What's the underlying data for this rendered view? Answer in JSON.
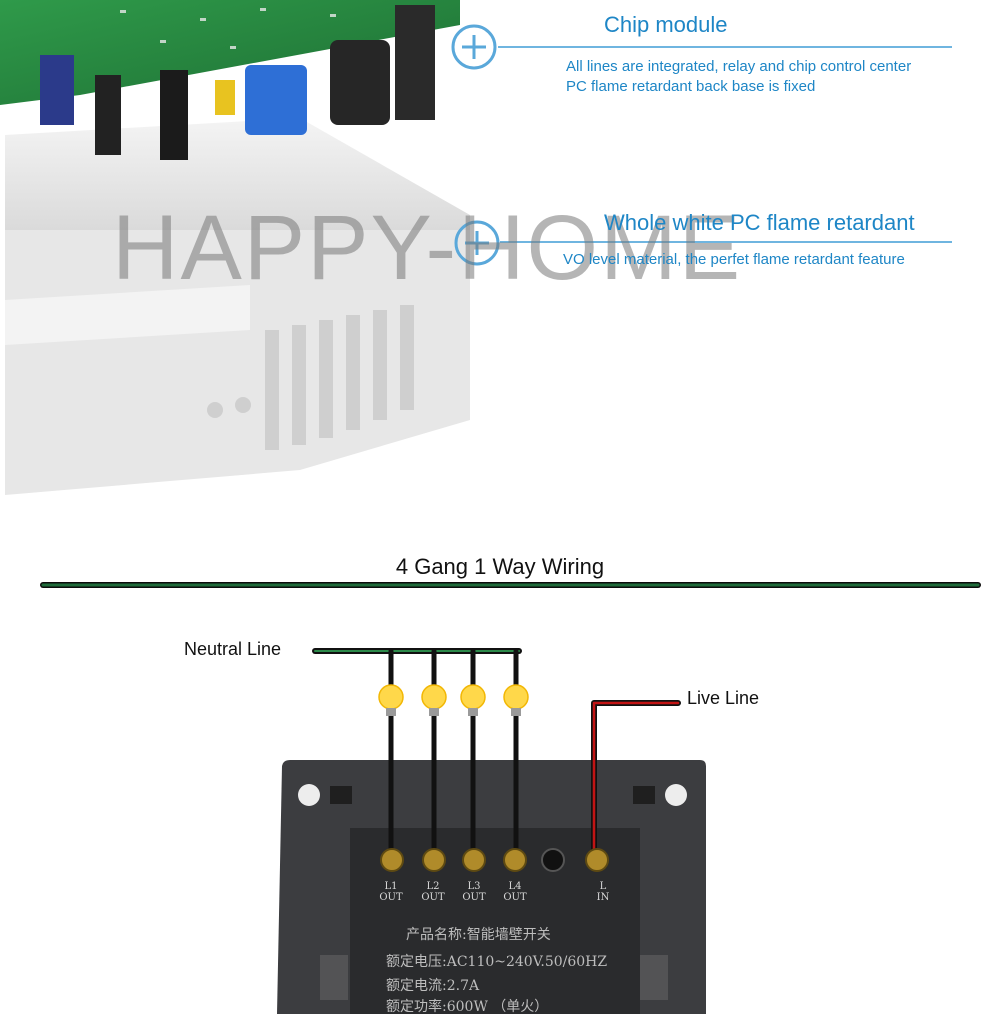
{
  "photo": {
    "watermark": "HAPPY-HOME",
    "callouts": [
      {
        "title": "Chip  module",
        "lines": [
          "All lines are integrated, relay and chip control center",
          "PC flame retardant back base is fixed"
        ]
      },
      {
        "title": "Whole white PC flame retardant",
        "lines": [
          "VO level material, the perfet flame retardant feature"
        ]
      }
    ]
  },
  "wiring": {
    "title": "4 Gang 1 Way Wiring",
    "neutral_label": "Neutral Line",
    "live_label": "Live Line",
    "terminals": [
      {
        "top": "L1",
        "bottom": "OUT"
      },
      {
        "top": "L2",
        "bottom": "OUT"
      },
      {
        "top": "L3",
        "bottom": "OUT"
      },
      {
        "top": "L4",
        "bottom": "OUT"
      },
      {
        "top": "L",
        "bottom": "IN"
      }
    ],
    "specs": [
      "产品名称:智能墙壁开关",
      "额定电压:AC110~240V.50/60HZ",
      "额定电流:2.7A",
      "额定功率:600W  （单火）"
    ]
  },
  "colors": {
    "callout_blue": "#1e86c6",
    "divider_green": "#1f6b3a",
    "live_red": "#c21414",
    "wire_black": "#111111",
    "bulb_yellow": "#ffd84a",
    "panel_grey": "#3c3d40"
  }
}
